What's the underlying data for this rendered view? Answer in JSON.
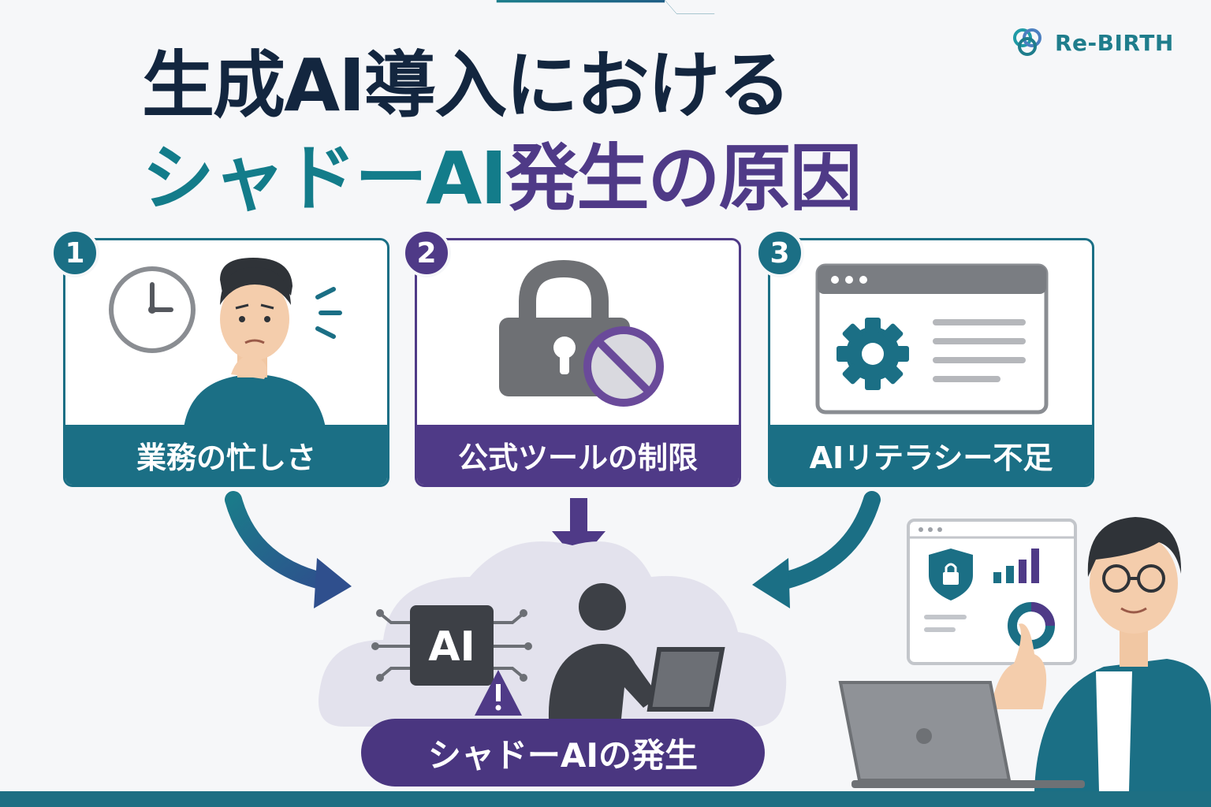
{
  "brand": {
    "name": "Re-BIRTH",
    "colors": {
      "teal": "#1b6f85",
      "purple": "#4f3a87",
      "navy": "#13263f"
    }
  },
  "title": {
    "line1": "生成AI導入における",
    "line2_teal": "シャドーAI",
    "line2_purple": "発生の原因"
  },
  "causes": [
    {
      "number": "1",
      "label": "業務の忙しさ",
      "icon": "busy-person-clock-icon"
    },
    {
      "number": "2",
      "label": "公式ツールの制限",
      "icon": "lock-prohibited-icon"
    },
    {
      "number": "3",
      "label": "AIリテラシー不足",
      "icon": "settings-window-icon"
    }
  ],
  "result": {
    "chip_text": "AI",
    "label": "シャドーAIの発生"
  }
}
